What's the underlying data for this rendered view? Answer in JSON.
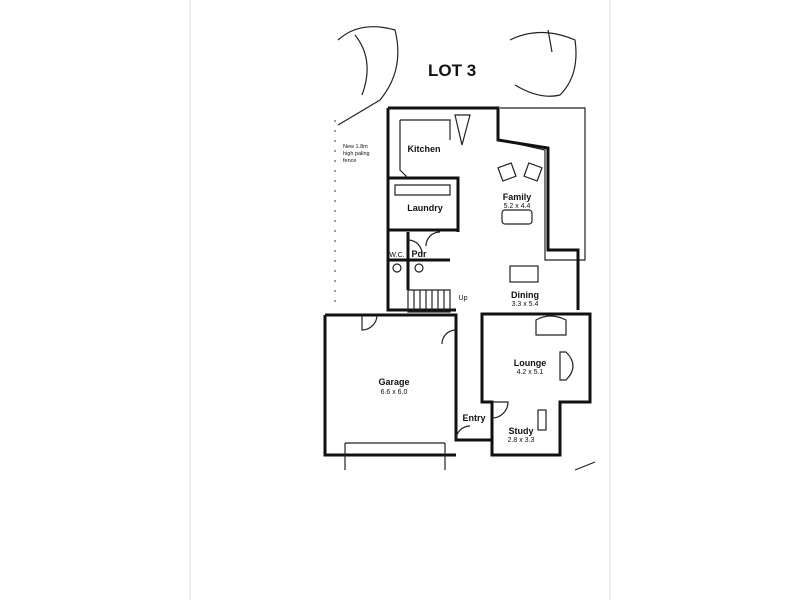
{
  "plan": {
    "lot_label": "LOT 3",
    "fence_note": [
      "New 1.8m",
      "high paling",
      "fence"
    ],
    "stair_label": "Up",
    "rooms": {
      "kitchen": {
        "name": "Kitchen"
      },
      "laundry": {
        "name": "Laundry"
      },
      "wc": {
        "name": "W.C."
      },
      "powder": {
        "name": "Pdr"
      },
      "family": {
        "name": "Family",
        "size": "5.2 x 4.4"
      },
      "dining": {
        "name": "Dining",
        "size": "3.3 x 5.4"
      },
      "lounge": {
        "name": "Lounge",
        "size": "4.2 x 5.1"
      },
      "garage": {
        "name": "Garage",
        "size": "6.6 x 6.0"
      },
      "entry": {
        "name": "Entry"
      },
      "study": {
        "name": "Study",
        "size": "2.8 x 3.3"
      }
    }
  }
}
